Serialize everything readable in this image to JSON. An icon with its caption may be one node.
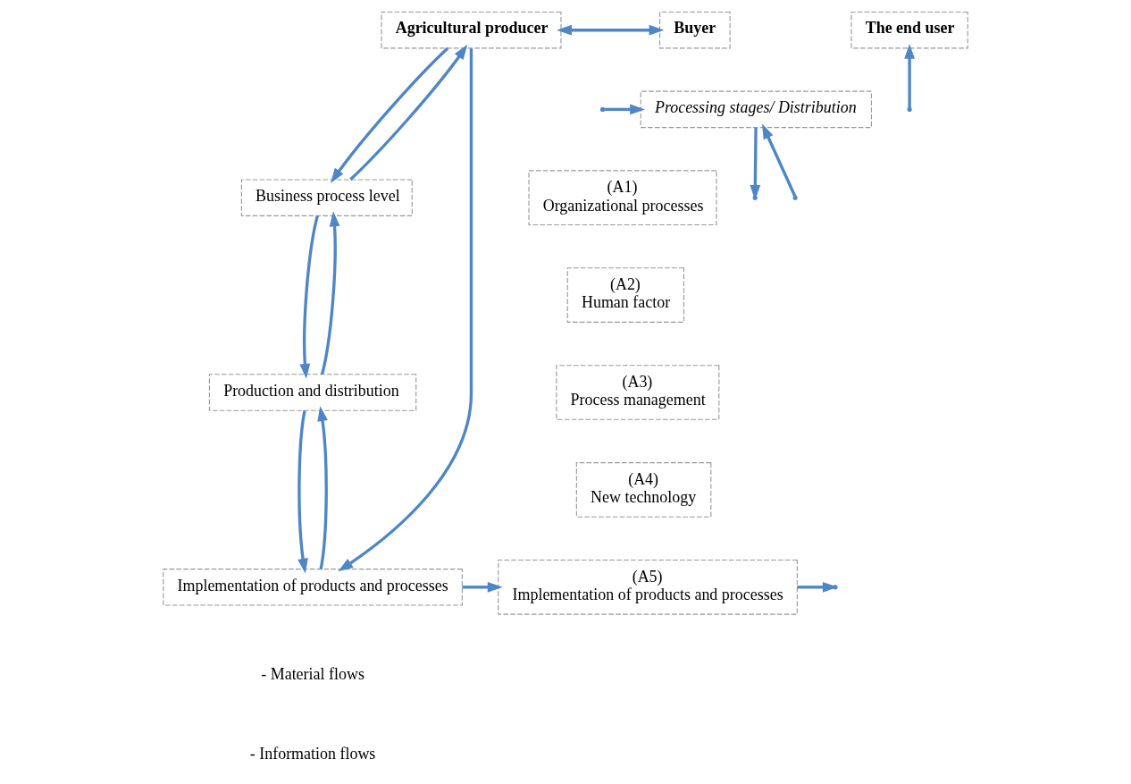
{
  "diagram": {
    "nodes": [
      {
        "text": [
          "Agricultural producer"
        ]
      },
      {
        "text": [
          "Business process level"
        ]
      },
      {
        "text": [
          "Production and distribution"
        ]
      },
      {
        "text": [
          "Implementation of products and processes"
        ]
      },
      {
        "text": [
          "(A1)",
          "Organizational processes"
        ]
      },
      {
        "text": [
          "(A2)",
          "Human factor"
        ]
      },
      {
        "text": [
          "(A3)",
          "Process management"
        ]
      },
      {
        "text": [
          "(A4)",
          "New technology"
        ]
      },
      {
        "text": [
          "(A5)",
          "Implementation of products and processes"
        ]
      },
      {
        "text": [
          "Buyer"
        ]
      },
      {
        "text": [
          "Processing stages/ Distribution"
        ]
      },
      {
        "text": [
          "The end user"
        ]
      }
    ],
    "edges": [
      {
        "from": 0,
        "to": 1,
        "arrow": "to"
      },
      {
        "from": 1,
        "to": 0,
        "arrow": "to"
      },
      {
        "from": 1,
        "to": 2,
        "arrow": "to"
      },
      {
        "from": 2,
        "to": 1,
        "arrow": "to"
      },
      {
        "from": 2,
        "to": 3,
        "arrow": "to"
      },
      {
        "from": 3,
        "to": 2,
        "arrow": "to"
      },
      {
        "from": 0,
        "to": 9,
        "arrow": "both"
      },
      {
        "from": 0,
        "to": 3,
        "arrow": "to"
      },
      {
        "from": 3,
        "to": 8,
        "arrow": "to"
      },
      {
        "from": 8,
        "to": null,
        "arrow": "to"
      },
      {
        "from": null,
        "to": 10,
        "arrow": "to"
      },
      {
        "from": 10,
        "to": null,
        "arrow": "to"
      },
      {
        "from": null,
        "to": 10,
        "arrow": "to"
      },
      {
        "from": null,
        "to": 11,
        "arrow": "to"
      }
    ],
    "legend": [
      {
        "text": "- Material flows"
      },
      {
        "text": "- Information flows"
      }
    ]
  }
}
